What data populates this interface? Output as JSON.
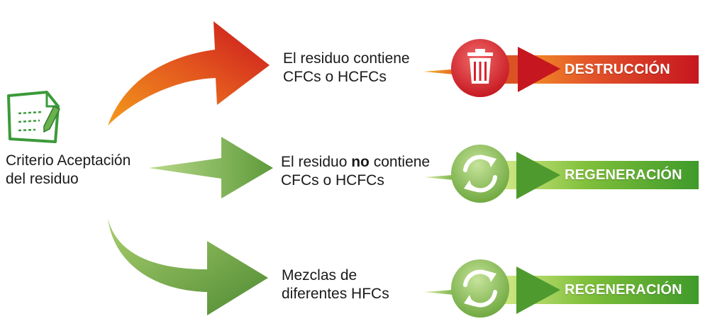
{
  "source": {
    "label_line1": "Criterio Aceptación",
    "label_line2": "del residuo",
    "icon": "checklist-pencil-icon"
  },
  "branches": [
    {
      "cond_line1": "El residuo contiene",
      "cond_line2": "CFCs o HCFCs",
      "result": "DESTRUCCIÓN",
      "icon": "trash-can-icon",
      "color": "#d0202a"
    },
    {
      "cond_line1_a": "El residuo ",
      "cond_line1_b": "no",
      "cond_line1_c": " contiene",
      "cond_line2": "CFCs o HCFCs",
      "result": "REGENERACIÓN",
      "icon": "recycle-arrows-icon",
      "color": "#5aa52c"
    },
    {
      "cond_line1": "Mezclas de",
      "cond_line2": "diferentes HFCs",
      "result": "REGENERACIÓN",
      "icon": "recycle-arrows-icon",
      "color": "#5aa52c"
    }
  ]
}
